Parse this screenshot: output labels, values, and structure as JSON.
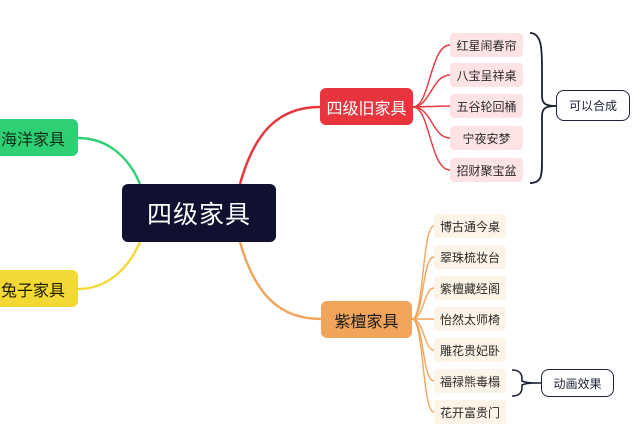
{
  "root": {
    "label": "四级家具"
  },
  "branches": {
    "old_furniture": {
      "label": "四级旧家具",
      "items": [
        "红星闹春帘",
        "八宝呈祥桌",
        "五谷轮回桶",
        "宁夜安梦",
        "招财聚宝盆"
      ],
      "note": "可以合成"
    },
    "rosewood": {
      "label": "紫檀家具",
      "items": [
        "博古通今桌",
        "翠珠梳妆台",
        "紫檀藏经阁",
        "怡然太师椅",
        "雕花贵妃卧",
        "福禄熊毒榻",
        "花开富贵门"
      ],
      "note": "动画效果"
    },
    "ocean": {
      "label": "海洋家具"
    },
    "rabbit": {
      "label": "兔子家具"
    }
  },
  "colors": {
    "root": "#101030",
    "old_furniture": "#e8353d",
    "rosewood": "#f0a55a",
    "ocean": "#2fd073",
    "rabbit": "#f3d936",
    "leaf_red_bg": "#fde3e3",
    "leaf_orange_bg": "#fdf3e6"
  }
}
